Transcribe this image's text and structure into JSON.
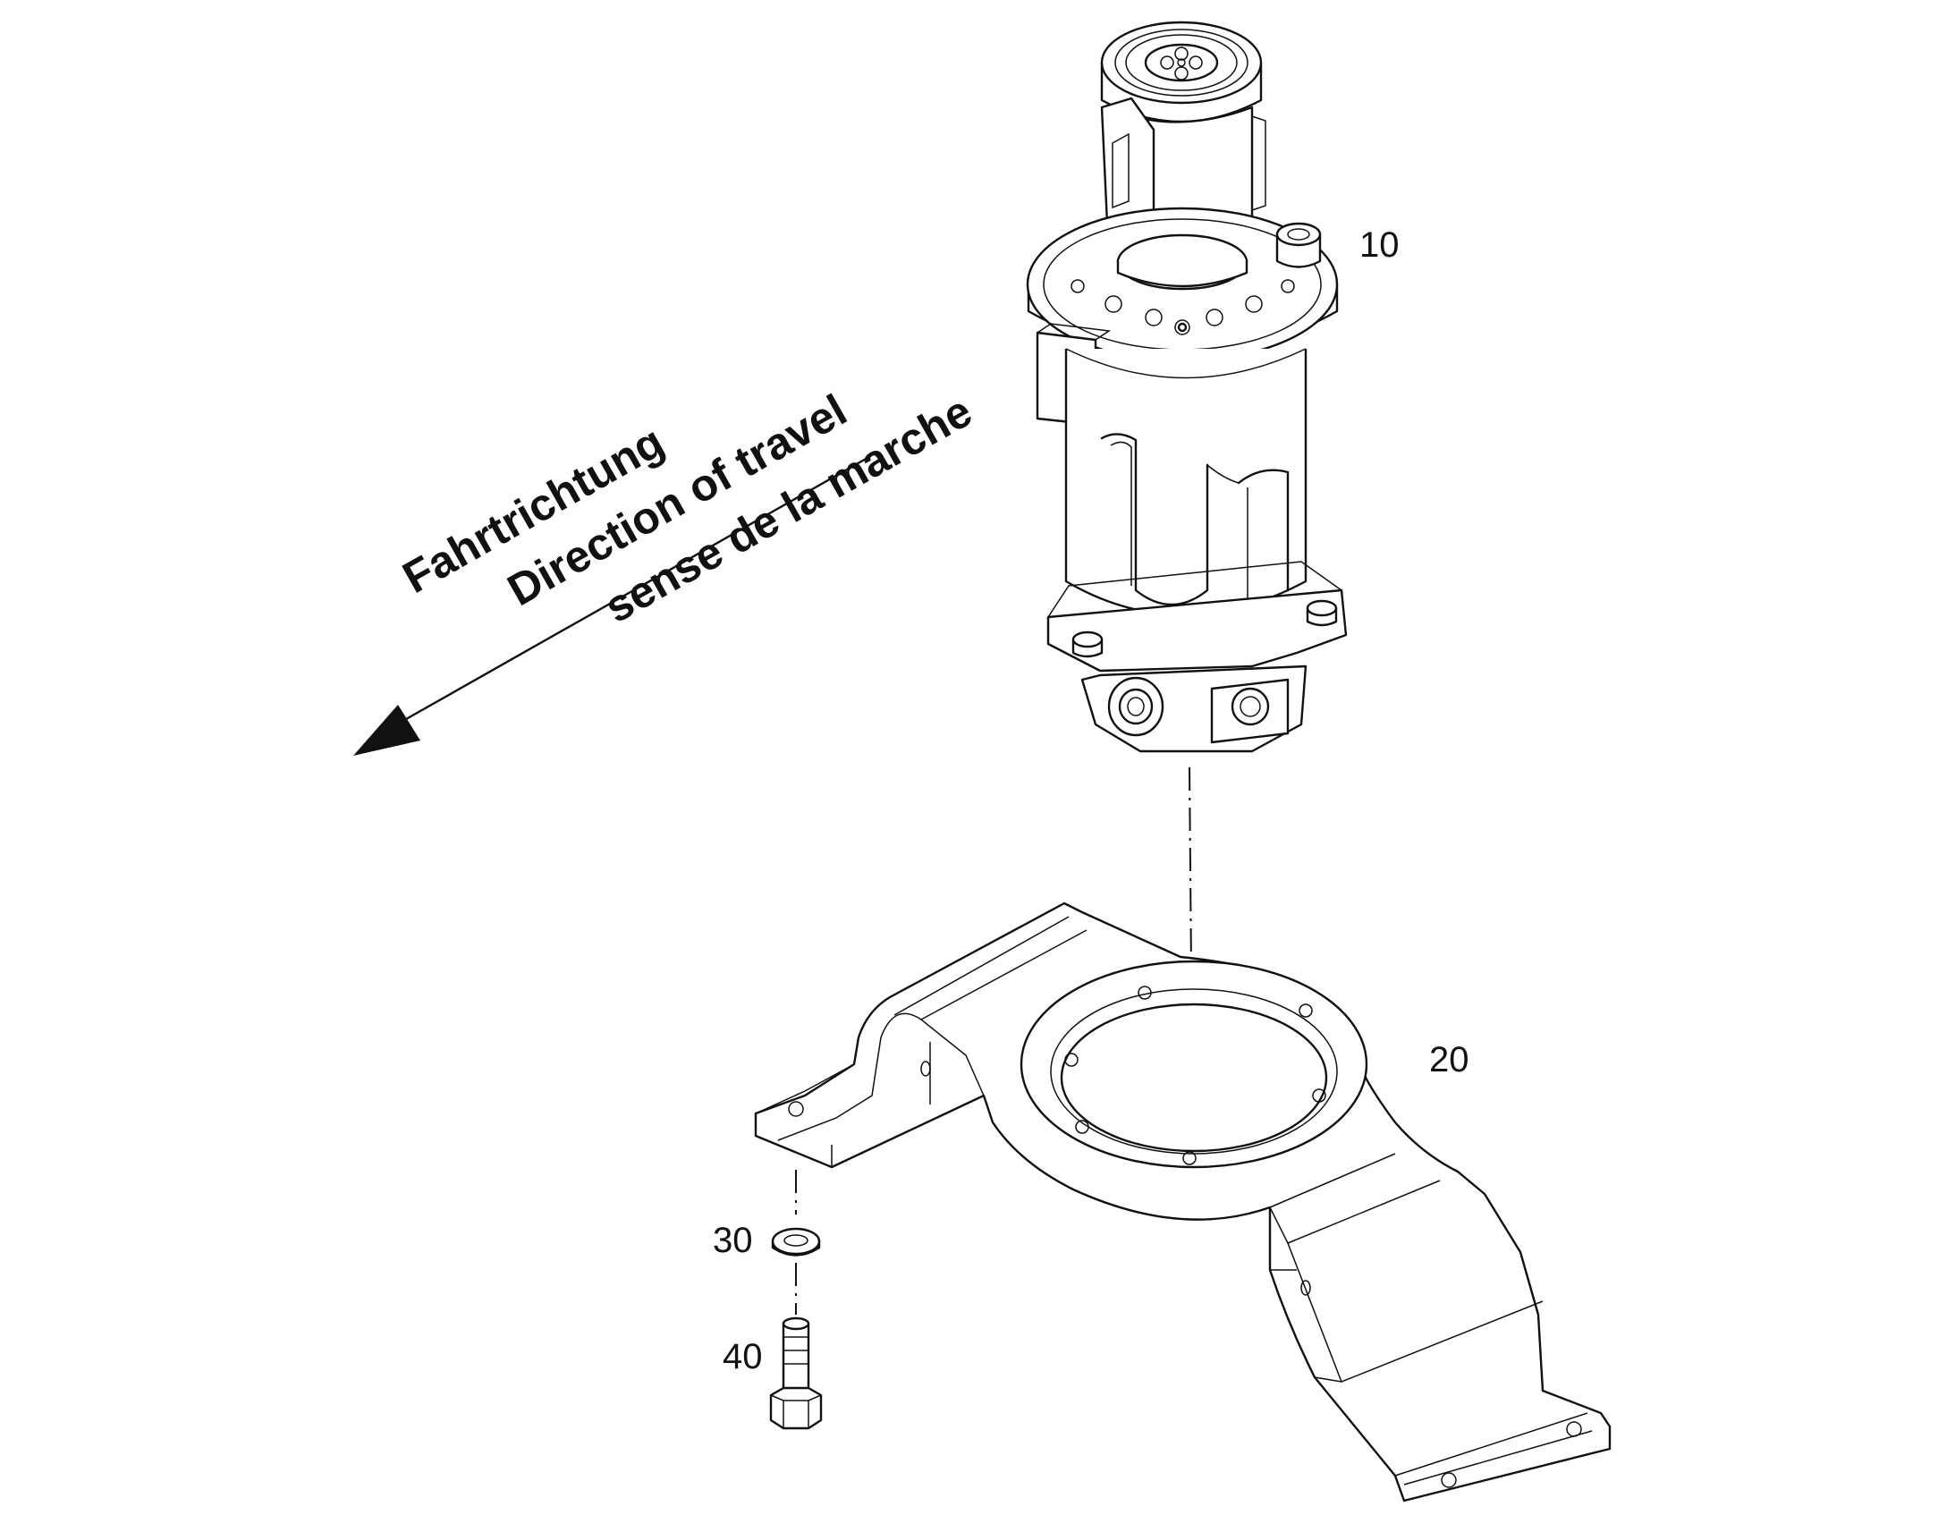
{
  "callouts": {
    "part_10": "10",
    "part_20": "20",
    "part_30": "30",
    "part_40": "40"
  },
  "direction_of_travel": {
    "line_de": "Fahrtrichtung",
    "line_en": "Direction of travel",
    "line_fr": "sense de la marche"
  },
  "colors": {
    "line": "#111111",
    "background": "#ffffff"
  }
}
